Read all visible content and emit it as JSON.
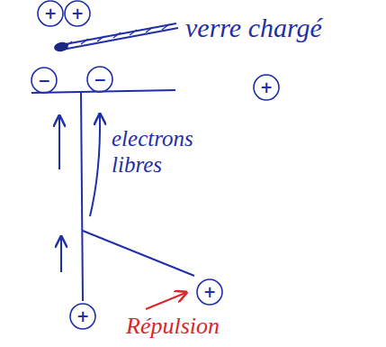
{
  "diagram": {
    "nodes": [
      {
        "text": [
          "+"
        ]
      },
      {
        "text": [
          "+"
        ]
      },
      {
        "text": [
          "−"
        ]
      },
      {
        "text": [
          "−"
        ]
      },
      {
        "text": [
          "+"
        ]
      },
      {
        "text": [
          "+"
        ]
      },
      {
        "text": [
          "+"
        ]
      }
    ],
    "labels": [
      "verre chargé",
      "electrons libres",
      "Répulsion"
    ]
  }
}
